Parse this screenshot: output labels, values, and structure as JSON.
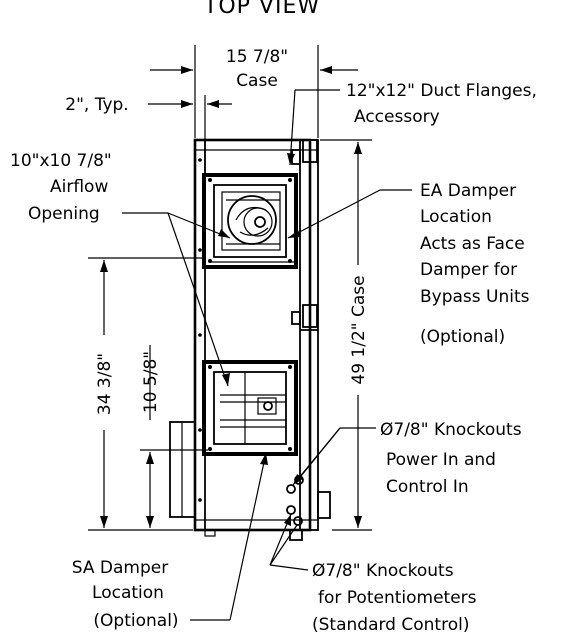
{
  "title": "TOP VIEW",
  "dimensions": {
    "case_width": [
      "15 7/8\"",
      "Case"
    ],
    "typical": "2\", Typ.",
    "case_height": "49 1/2\" Case",
    "lower_height": "34 3/8\"",
    "sa_height": "10 5/8\""
  },
  "callouts": {
    "duct_flanges": [
      "12\"x12\" Duct Flanges,",
      "Accessory"
    ],
    "airflow_opening": [
      "10\"x10 7/8\"",
      "Airflow",
      "Opening"
    ],
    "ea_damper": [
      "EA Damper",
      "Location",
      "Acts as Face",
      "Damper for",
      "Bypass Units",
      "(Optional)"
    ],
    "knockouts_power": [
      "Ø7/8\" Knockouts",
      "Power In and",
      "Control In"
    ],
    "sa_damper": [
      "SA Damper",
      "Location",
      "(Optional)"
    ],
    "knockouts_pot": [
      "Ø7/8\" Knockouts",
      "for Potentiometers",
      "(Standard Control)"
    ]
  }
}
